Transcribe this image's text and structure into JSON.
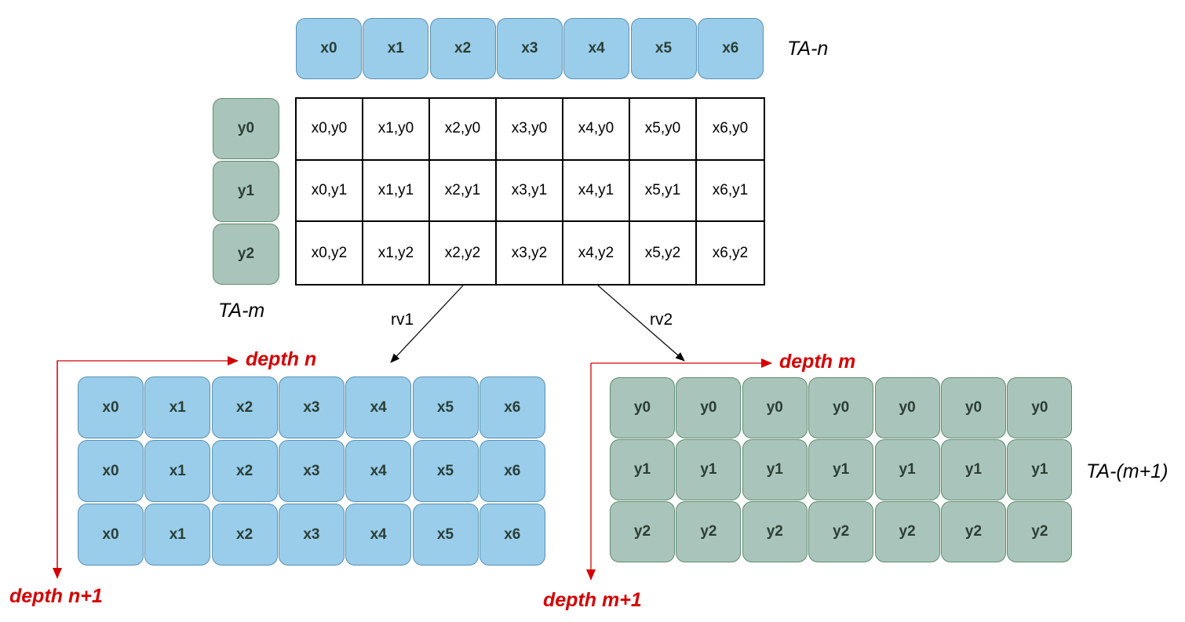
{
  "top_row": {
    "label": "TA-n",
    "items": [
      "x0",
      "x1",
      "x2",
      "x3",
      "x4",
      "x5",
      "x6"
    ]
  },
  "left_column": {
    "label": "TA-m",
    "items": [
      "y0",
      "y1",
      "y2"
    ]
  },
  "product_grid": {
    "rows": [
      [
        "x0,y0",
        "x1,y0",
        "x2,y0",
        "x3,y0",
        "x4,y0",
        "x5,y0",
        "x6,y0"
      ],
      [
        "x0,y1",
        "x1,y1",
        "x2,y1",
        "x3,y1",
        "x4,y1",
        "x5,y1",
        "x6,y1"
      ],
      [
        "x0,y2",
        "x1,y2",
        "x2,y2",
        "x3,y2",
        "x4,y2",
        "x5,y2",
        "x6,y2"
      ]
    ]
  },
  "arrows": {
    "rv1": "rv1",
    "rv2": "rv2"
  },
  "left_block": {
    "axis_right": "depth n",
    "axis_down": "depth n+1",
    "rows": [
      [
        "x0",
        "x1",
        "x2",
        "x3",
        "x4",
        "x5",
        "x6"
      ],
      [
        "x0",
        "x1",
        "x2",
        "x3",
        "x4",
        "x5",
        "x6"
      ],
      [
        "x0",
        "x1",
        "x2",
        "x3",
        "x4",
        "x5",
        "x6"
      ]
    ]
  },
  "right_block": {
    "label": "TA-(m+1)",
    "axis_right": "depth m",
    "axis_down": "depth m+1",
    "rows": [
      [
        "y0",
        "y0",
        "y0",
        "y0",
        "y0",
        "y0",
        "y0"
      ],
      [
        "y1",
        "y1",
        "y1",
        "y1",
        "y1",
        "y1",
        "y1"
      ],
      [
        "y2",
        "y2",
        "y2",
        "y2",
        "y2",
        "y2",
        "y2"
      ]
    ]
  },
  "colors": {
    "blue_fill": "#99cdea",
    "green_fill": "#a9c5bb",
    "axis_red": "#d40000"
  }
}
